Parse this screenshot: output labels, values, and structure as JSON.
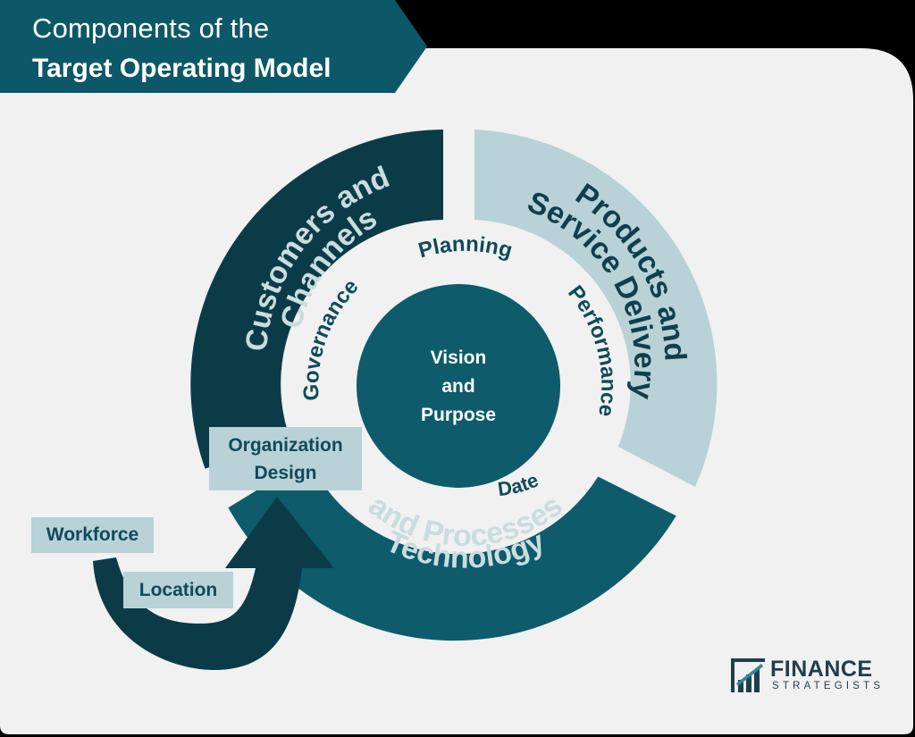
{
  "title": {
    "line1": "Components of the",
    "line2": "Target Operating Model"
  },
  "ring_segments": [
    {
      "id": "customers",
      "lines": [
        "Customers and",
        "Channels"
      ],
      "color": "#0c3b48"
    },
    {
      "id": "products",
      "lines": [
        "Products and",
        "Service Delivery"
      ],
      "color": "#b8d2d7"
    },
    {
      "id": "technology",
      "lines": [
        "Technology",
        "and Processes"
      ],
      "color": "#0d5b6b"
    }
  ],
  "inner_labels": {
    "planning": "Planning",
    "governance": "Governance",
    "performance": "Performance",
    "data": "Date"
  },
  "center": {
    "lines": [
      "Vision",
      "and",
      "Purpose"
    ]
  },
  "tags": {
    "organization": [
      "Organization",
      "Design"
    ],
    "workforce": "Workforce",
    "location": "Location"
  },
  "brand": {
    "name": "FINANCE",
    "sub": "STRATEGISTS"
  },
  "colors": {
    "background": "#000000",
    "panel": "#f1f1f1",
    "dark_teal": "#0c3b48",
    "teal": "#0d5b6b",
    "light_teal": "#b8d2d7",
    "circle": "#0d5b6b",
    "text_teal": "#0f4a5a",
    "banner": "#0c5868"
  }
}
